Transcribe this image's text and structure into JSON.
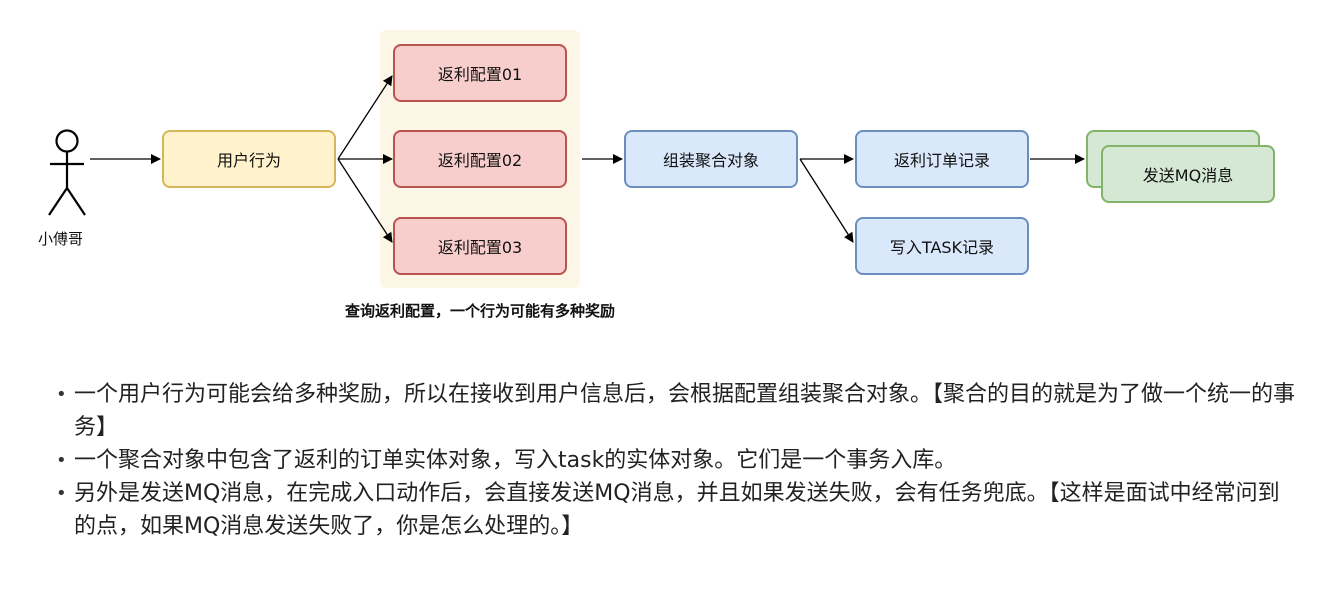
{
  "diagram": {
    "actor": "小傅哥",
    "user_action": "用户行为",
    "rebate_configs": [
      "返利配置01",
      "返利配置02",
      "返利配置03"
    ],
    "assemble": "组装聚合对象",
    "order_record": "返利订单记录",
    "task_record": "写入TASK记录",
    "send_mq": "发送MQ消息",
    "caption": "查询返利配置，一个行为可能有多种奖励"
  },
  "notes": [
    "一个用户行为可能会给多种奖励，所以在接收到用户信息后，会根据配置组装聚合对象。【聚合的目的就是为了做一个统一的事务】",
    "一个聚合对象中包含了返利的订单实体对象，写入task的实体对象。它们是一个事务入库。",
    "另外是发送MQ消息，在完成入口动作后，会直接发送MQ消息，并且如果发送失败，会有任务兜底。【这样是面试中经常问到的点，如果MQ消息发送失败了，你是怎么处理的。】"
  ],
  "colors": {
    "yellow_fill": "#fff2cc",
    "yellow_stroke": "#d6b656",
    "red_fill": "#f8cecc",
    "red_stroke": "#b85450",
    "blue_fill": "#dae8fc",
    "blue_stroke": "#6c8ebf",
    "green_fill": "#d5e8d4",
    "green_stroke": "#82b366"
  }
}
